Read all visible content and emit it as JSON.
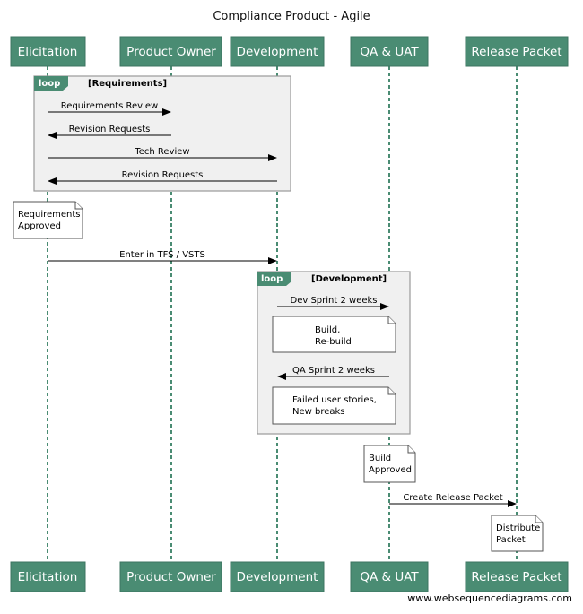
{
  "title": "Compliance Product - Agile",
  "watermark": "www.websequencediagrams.com",
  "colors": {
    "actor_fill": "#4a8c73",
    "lifeline": "#4a8c73",
    "loop_fill": "#f0f0f0",
    "loop_tab": "#4a8c73"
  },
  "participants": [
    {
      "id": "elicitation",
      "label": "Elicitation"
    },
    {
      "id": "product_owner",
      "label": "Product Owner"
    },
    {
      "id": "development",
      "label": "Development"
    },
    {
      "id": "qa_uat",
      "label": "QA & UAT"
    },
    {
      "id": "release_packet",
      "label": "Release Packet"
    }
  ],
  "loops": [
    {
      "id": "requirements",
      "tab": "loop",
      "label": "[Requirements]"
    },
    {
      "id": "development",
      "tab": "loop",
      "label": "[Development]"
    }
  ],
  "messages": [
    {
      "from": "elicitation",
      "to": "product_owner",
      "label": "Requirements Review"
    },
    {
      "from": "product_owner",
      "to": "elicitation",
      "label": "Revision Requests"
    },
    {
      "from": "elicitation",
      "to": "development",
      "label": "Tech Review"
    },
    {
      "from": "development",
      "to": "elicitation",
      "label": "Revision Requests"
    },
    {
      "from": "elicitation",
      "to": "development",
      "label": "Enter in TFS / VSTS"
    },
    {
      "from": "development",
      "to": "qa_uat",
      "label": "Dev Sprint 2 weeks"
    },
    {
      "from": "qa_uat",
      "to": "development",
      "label": "QA Sprint 2 weeks"
    },
    {
      "from": "qa_uat",
      "to": "release_packet",
      "label": "Create Release Packet"
    }
  ],
  "notes": [
    {
      "id": "requirements_approved",
      "lines": [
        "Requirements",
        "Approved"
      ]
    },
    {
      "id": "build_rebuild",
      "lines": [
        "Build,",
        "Re-build"
      ]
    },
    {
      "id": "failed_stories",
      "lines": [
        "Failed user stories,",
        "New breaks"
      ]
    },
    {
      "id": "build_approved",
      "lines": [
        "Build",
        "Approved"
      ]
    },
    {
      "id": "distribute_packet",
      "lines": [
        "Distribute",
        "Packet"
      ]
    }
  ]
}
